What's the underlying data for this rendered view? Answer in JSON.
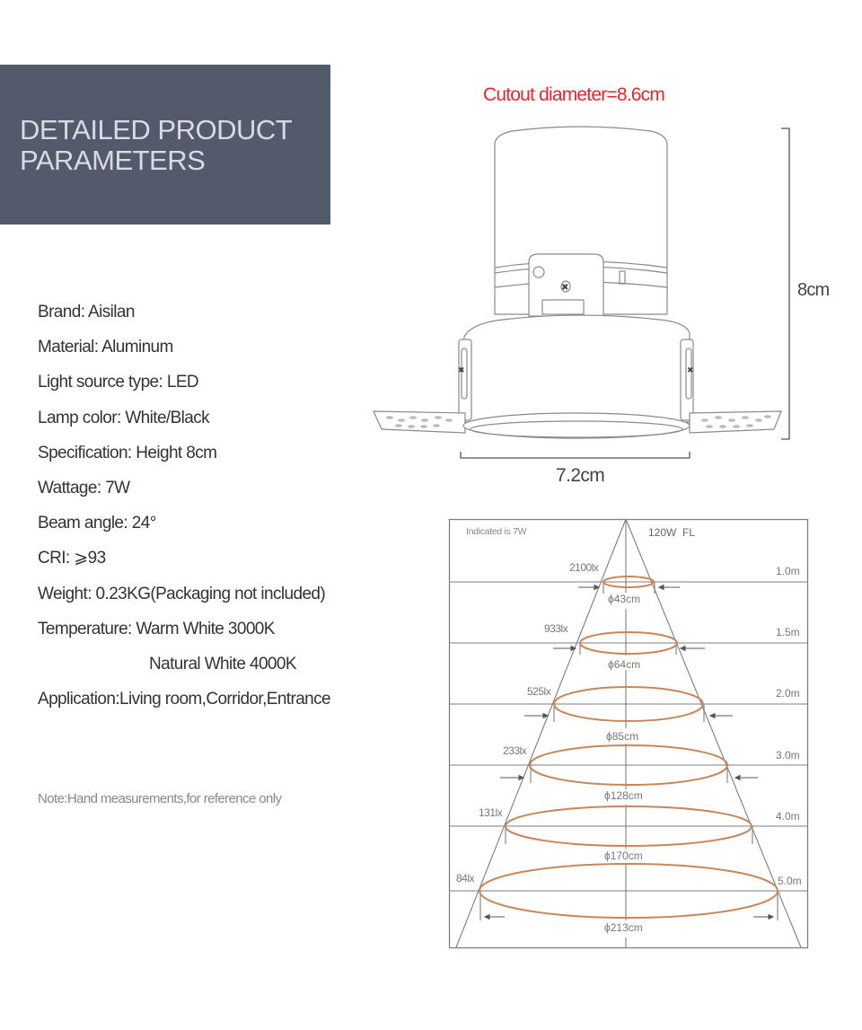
{
  "header": {
    "title_line1": "DETAILED PRODUCT",
    "title_line2": "PARAMETERS",
    "banner_color": "#525a6c"
  },
  "specs": [
    {
      "text": "Brand: Aisilan"
    },
    {
      "text": "Material: Aluminum"
    },
    {
      "text": "Light source type: LED"
    },
    {
      "text": "Lamp color: White/Black"
    },
    {
      "text": "Specification: Height 8cm"
    },
    {
      "text": "Wattage: 7W"
    },
    {
      "text": "Beam angle: 24°"
    },
    {
      "text": "CRI: ⩾93"
    },
    {
      "text": "Weight: 0.23KG(Packaging not included)"
    },
    {
      "text": "Temperature: Warm White 3000K"
    },
    {
      "text": "Natural White 4000K"
    },
    {
      "text": "Application:Living room,Corridor,Entrance"
    }
  ],
  "note": "Note:Hand measurements,for reference only",
  "dimension_drawing": {
    "cutout_label": "Cutout diameter=8.6cm",
    "cutout_color": "#e8262a",
    "height_label": "8cm",
    "width_label": "7.2cm"
  },
  "beam_diagram": {
    "top_left_note": "Indicated is 7W",
    "top_right_note": "120W  FL",
    "ellipse_color": "#c8875a",
    "rows": [
      {
        "distance": "1.0m",
        "lux": "2100lx",
        "diameter": "ϕ43cm"
      },
      {
        "distance": "1.5m",
        "lux": "933lx",
        "diameter": "ϕ64cm"
      },
      {
        "distance": "2.0m",
        "lux": "525lx",
        "diameter": "ϕ85cm"
      },
      {
        "distance": "3.0m",
        "lux": "233lx",
        "diameter": "ϕ128cm"
      },
      {
        "distance": "4.0m",
        "lux": "131lx",
        "diameter": "ϕ170cm"
      },
      {
        "distance": "5.0m",
        "lux": "84lx",
        "diameter": "ϕ213cm"
      }
    ]
  }
}
